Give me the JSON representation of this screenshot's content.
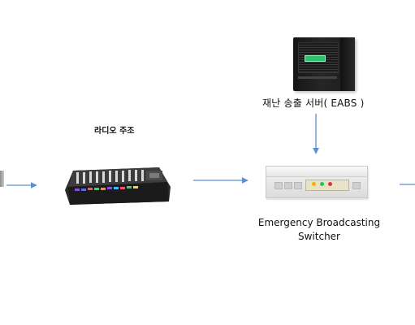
{
  "nodes": {
    "server": {
      "label": "재난 송출 서버( EABS )",
      "icon": "server-tower-icon"
    },
    "console": {
      "label": "라디오 주조",
      "icon": "mixing-console-icon"
    },
    "switcher": {
      "label_line1": "Emergency Broadcasting",
      "label_line2": "Switcher",
      "icon": "rack-switcher-icon"
    },
    "edge_device": {
      "icon": "partial-device-icon"
    }
  },
  "colors": {
    "arrow": "#5b8fd0",
    "server_badge": "#28c36b"
  }
}
